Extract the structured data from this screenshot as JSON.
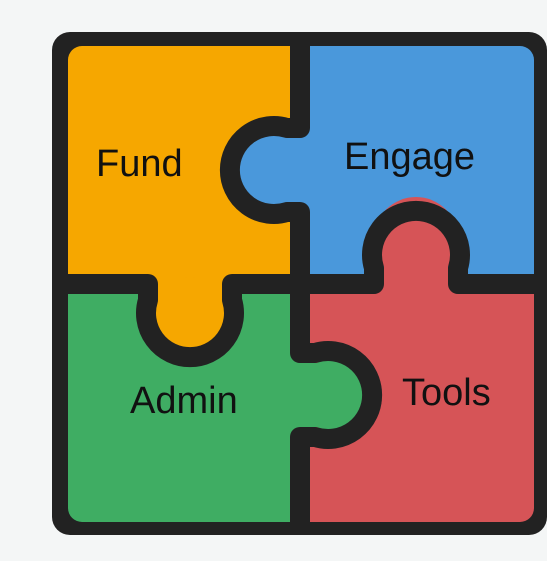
{
  "pieces": {
    "top_left": {
      "label": "Fund",
      "color": "#f6a700"
    },
    "top_right": {
      "label": "Engage",
      "color": "#4a98db"
    },
    "bottom_left": {
      "label": "Admin",
      "color": "#3fad63"
    },
    "bottom_right": {
      "label": "Tools",
      "color": "#d65457"
    }
  },
  "outline_color": "#222222",
  "background_color": "#f4f6f6"
}
